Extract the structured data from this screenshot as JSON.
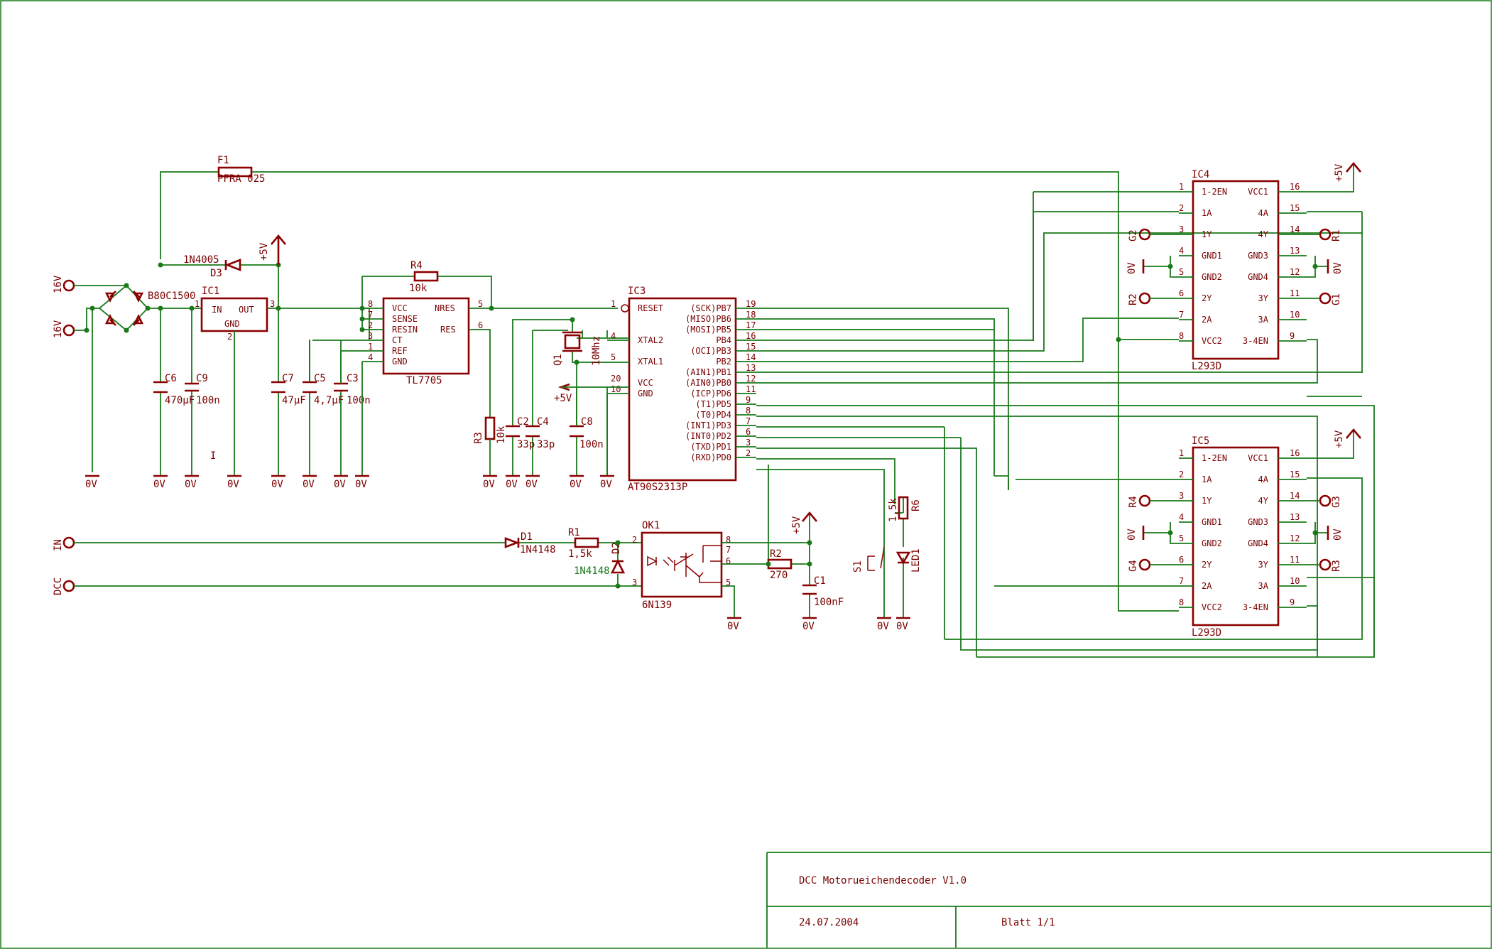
{
  "frame": {
    "title": "DCC Motorueichendecoder V1.0",
    "date": "24.07.2004",
    "sheet": "Blatt 1/1"
  },
  "power": {
    "in_top": "16V",
    "in_bot": "16V",
    "fuse_ref": "F1",
    "fuse_val": "PFRA 025",
    "bridge": "B80C1500",
    "d3_val": "1N4005",
    "d3_ref": "D3",
    "supply": "+5V",
    "ic1": {
      "ref": "IC1",
      "in": "IN",
      "out": "OUT",
      "gnd": "GND",
      "p1": "1",
      "p2": "2",
      "p3": "3"
    },
    "c6": "C6",
    "c6v": "470µF",
    "c9": "C9",
    "c9v": "100n",
    "c7": "C7",
    "c7v": "47µF",
    "c5": "C5",
    "c5v": "4,7µF",
    "c3": "C3",
    "c3v": "100n",
    "cursor": "I"
  },
  "tl7705": {
    "ref": "TL7705",
    "pins": [
      "VCC",
      "SENSE",
      "RESIN",
      "CT",
      "REF",
      "GND"
    ],
    "pin_nums": [
      "8",
      "7",
      "2",
      "3",
      "1",
      "4"
    ],
    "out1": "NRES",
    "out2": "RES",
    "out1n": "5",
    "out2n": "6",
    "r4": "R4",
    "r4v": "10k",
    "r3": "R3",
    "r3v": "10k"
  },
  "mcu": {
    "ref": "IC3",
    "val": "AT90S2313P",
    "left": [
      [
        "1",
        "RESET"
      ],
      [
        "4",
        "XTAL2"
      ],
      [
        "5",
        "XTAL1"
      ],
      [
        "20",
        "VCC"
      ],
      [
        "10",
        "GND"
      ]
    ],
    "right": [
      [
        "(SCK)PB7",
        "19"
      ],
      [
        "(MISO)PB6",
        "18"
      ],
      [
        "(MOSI)PB5",
        "17"
      ],
      [
        "PB4",
        "16"
      ],
      [
        "(OCI)PB3",
        "15"
      ],
      [
        "PB2",
        "14"
      ],
      [
        "(AIN1)PB1",
        "13"
      ],
      [
        "(AIN0)PB0",
        "12"
      ],
      [
        "(ICP)PD6",
        "11"
      ],
      [
        "(T1)PD5",
        "9"
      ],
      [
        "(T0)PD4",
        "8"
      ],
      [
        "(INT1)PD3",
        "7"
      ],
      [
        "(INT0)PD2",
        "6"
      ],
      [
        "(TXD)PD1",
        "3"
      ],
      [
        "(RXD)PD0",
        "2"
      ]
    ],
    "q1": "Q1",
    "q1v": "10Mhz",
    "c2": "C2",
    "c2v": "33p",
    "c4": "C4",
    "c4v": "33p",
    "c8": "C8",
    "c8v": "100n"
  },
  "inputs": {
    "in": "IN",
    "dcc": "DCC",
    "d1": "D1",
    "d1v": "1N4148",
    "r1": "R1",
    "r1v": "1,5k",
    "d2": "D2",
    "d2v": "1N4148",
    "ok": "OK1",
    "okv": "6N139",
    "r2": "R2",
    "r2v": "270",
    "c1": "C1",
    "c1v": "100nF",
    "s1": "S1",
    "r6": "R6",
    "r6v": "1,5k",
    "led": "LED1"
  },
  "drivers": [
    {
      "ref": "IC4",
      "val": "L293D",
      "left": [
        [
          "1",
          "1-2EN"
        ],
        [
          "2",
          "1A"
        ],
        [
          "3",
          "1Y"
        ],
        [
          "4",
          "GND1"
        ],
        [
          "5",
          "GND2"
        ],
        [
          "6",
          "2Y"
        ],
        [
          "7",
          "2A"
        ],
        [
          "8",
          "VCC2"
        ]
      ],
      "right": [
        [
          "VCC1",
          "16"
        ],
        [
          "4A",
          "15"
        ],
        [
          "4Y",
          "14"
        ],
        [
          "GND3",
          "13"
        ],
        [
          "GND4",
          "12"
        ],
        [
          "3Y",
          "11"
        ],
        [
          "3A",
          "10"
        ],
        [
          "3-4EN",
          "9"
        ]
      ],
      "outL1": "G2",
      "outL2": "R2",
      "outR1": "R1",
      "outR2": "G1"
    },
    {
      "ref": "IC5",
      "val": "L293D",
      "left": [
        [
          "1",
          "1-2EN"
        ],
        [
          "2",
          "1A"
        ],
        [
          "3",
          "1Y"
        ],
        [
          "4",
          "GND1"
        ],
        [
          "5",
          "GND2"
        ],
        [
          "6",
          "2Y"
        ],
        [
          "7",
          "2A"
        ],
        [
          "8",
          "VCC2"
        ]
      ],
      "right": [
        [
          "VCC1",
          "16"
        ],
        [
          "4A",
          "15"
        ],
        [
          "4Y",
          "14"
        ],
        [
          "GND3",
          "13"
        ],
        [
          "GND4",
          "12"
        ],
        [
          "3Y",
          "11"
        ],
        [
          "3A",
          "10"
        ],
        [
          "3-4EN",
          "9"
        ]
      ],
      "outL1": "R4",
      "outL2": "G4",
      "outR1": "G3",
      "outR2": "R3"
    }
  ],
  "gnd_label": "0V",
  "colors": {
    "part": "#8b0000",
    "wire": "#1a7a1a",
    "text": "#7a0000"
  }
}
